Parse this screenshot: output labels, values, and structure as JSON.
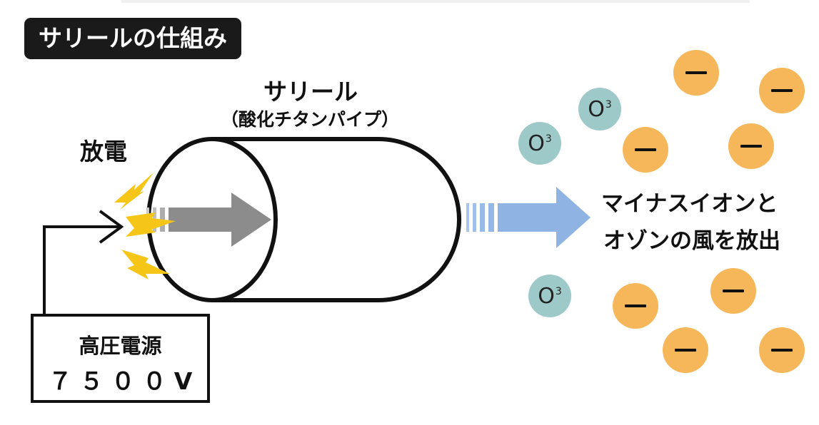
{
  "title": "サリールの仕組み",
  "pipe": {
    "title": "サリール",
    "subtitle": "（酸化チタンパイプ）"
  },
  "discharge_label": "放電",
  "power_supply": {
    "label": "高圧電源",
    "voltage": "７５００V"
  },
  "output": {
    "line1": "マイナスイオンと",
    "line2": "オゾンの風を放出"
  },
  "ozone": {
    "symbol": "O",
    "subscript": "3"
  },
  "colors": {
    "ozone": "#9dc9c9",
    "anion": "#f5b75a",
    "flow_arrow": "#8fb4e3",
    "inner_arrow": "#8c8c8c",
    "spark": "#f5c518",
    "badge": "#1a1a1a"
  },
  "icons": [
    "lightning-spark-icon",
    "flow-arrow-icon",
    "negative-ion-icon",
    "ozone-molecule-icon"
  ]
}
